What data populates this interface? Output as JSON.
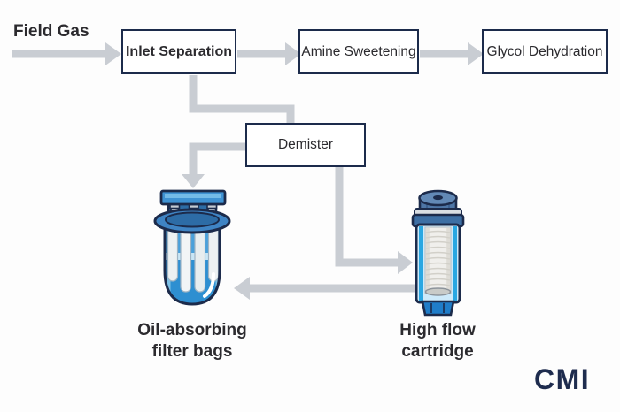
{
  "flow": {
    "field_gas": "Field Gas",
    "boxes": {
      "inlet_separation": "Inlet Separation",
      "amine_sweetening": "Amine Sweetening",
      "glycol_dehydration": "Glycol Dehydration",
      "demister": "Demister"
    },
    "connections": [
      "Field Gas -> Inlet Separation",
      "Inlet Separation -> Amine Sweetening",
      "Amine Sweetening -> Glycol Dehydration",
      "Inlet Separation -> Demister",
      "Demister -> Oil-absorbing filter bags",
      "Demister -> High flow cartridge",
      "High flow cartridge -> Oil-absorbing filter bags"
    ]
  },
  "equipment": {
    "filter_bags": {
      "lines": [
        "Oil-absorbing",
        "filter bags"
      ]
    },
    "cartridge": {
      "lines": [
        "High flow",
        "cartridge"
      ]
    }
  },
  "branding": {
    "logo_text": "CMI"
  },
  "colors": {
    "arrow_gray": "#c9cdd3",
    "outline_navy": "#1c2b4b",
    "vessel_blue": "#3f93d4",
    "bright_blue": "#2aa7e2",
    "deep_blue": "#2d6ca6",
    "cap_slate": "#6289b6",
    "base_blue": "#1f7dc9",
    "text_dark": "#2b2a2e",
    "logo_navy": "#1e2c4e"
  }
}
